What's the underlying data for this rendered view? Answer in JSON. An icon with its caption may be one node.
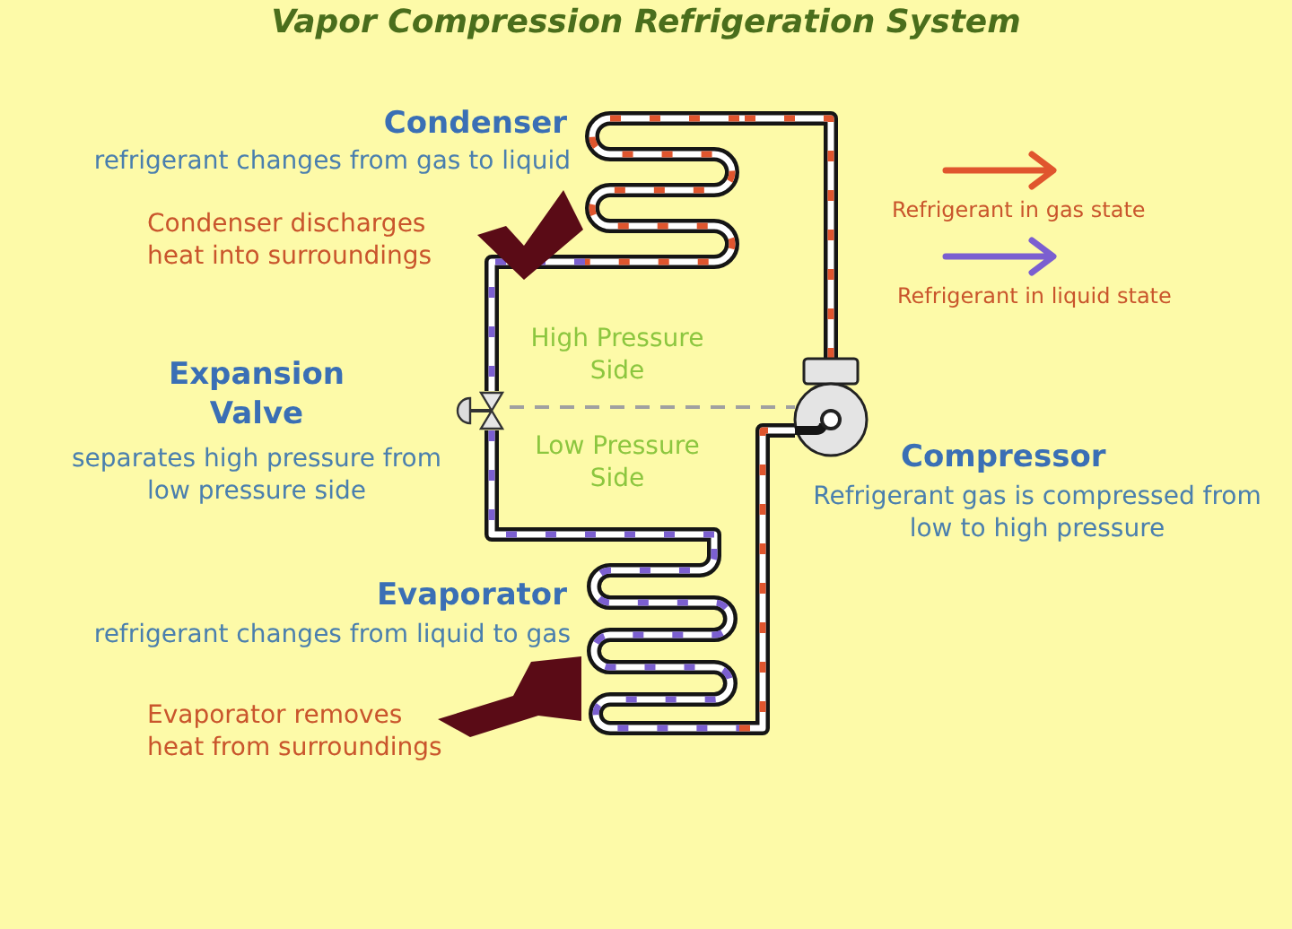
{
  "diagram": {
    "title": "Vapor Compression Refrigeration System",
    "nodes": [
      {
        "text": [],
        "shape": "coil",
        "beside": [
          "Condenser",
          "refrigerant changes from gas to liquid"
        ]
      },
      {
        "text": [],
        "shape": "valve",
        "beside": [
          "Expansion Valve",
          "separates high pressure from low pressure side"
        ]
      },
      {
        "text": [],
        "shape": "coil",
        "beside": [
          "Evaporator",
          "refrigerant changes from liquid to gas"
        ]
      },
      {
        "text": [],
        "shape": "compressor",
        "beside": [
          "Compressor",
          "Refrigerant gas is compressed from low to high pressure"
        ]
      }
    ],
    "edges": [
      {
        "from": 0,
        "to": 1,
        "arrow": "none"
      },
      {
        "from": 1,
        "to": 2,
        "arrow": "none"
      },
      {
        "from": 2,
        "to": 3,
        "arrow": "none"
      },
      {
        "from": 3,
        "to": 0,
        "arrow": "none"
      },
      {
        "from": 1,
        "to": 3,
        "arrow": "none",
        "style": "dashed",
        "color": "#a0a0a0"
      }
    ],
    "labels": [
      "Condenser discharges heat into surroundings",
      "High Pressure Side",
      "Low Pressure Side",
      "Evaporator removes heat from surroundings"
    ],
    "legend": [
      {
        "text": "Refrigerant in gas state"
      },
      {
        "text": "Refrigerant in liquid state"
      }
    ]
  }
}
